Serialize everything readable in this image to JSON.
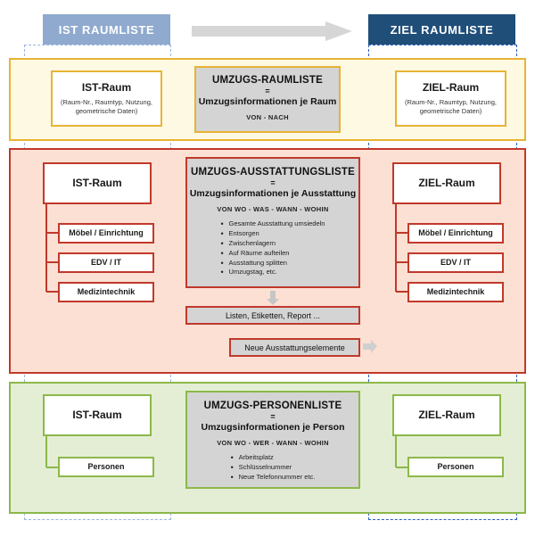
{
  "header": {
    "left_label": "IST RAUMLISTE",
    "right_label": "ZIEL RAUMLISTE",
    "arrow_icon": "right-arrow-icon",
    "left_color": "#8faace",
    "right_color": "#1f4e79",
    "arrow_color": "#d4d4d4"
  },
  "sections": {
    "rooms": {
      "accent_color": "#e8b334",
      "left_box": {
        "title": "IST-Raum",
        "detail": "(Raum-Nr., Raumtyp, Nutzung, geometrische Daten)"
      },
      "center_panel": {
        "title": "UMZUGS-RAUMLISTE",
        "equals": "=",
        "subtitle": "Umzugsinformationen je Raum",
        "keys": "VON - NACH",
        "bullets": []
      },
      "right_box": {
        "title": "ZIEL-Raum",
        "detail": "(Raum-Nr., Raumtyp, Nutzung, geometrische Daten)"
      }
    },
    "equipment": {
      "accent_color": "#c0392b",
      "left_box": {
        "title": "IST-Raum"
      },
      "left_children": [
        "Möbel / Einrichtung",
        "EDV / IT",
        "Medizintechnik"
      ],
      "center_panel": {
        "title": "UMZUGS-AUSSTATTUNGSLISTE",
        "equals": "=",
        "subtitle": "Umzugsinformationen je Ausstattung",
        "keys": "VON WO - WAS - WANN - WOHIN",
        "bullets": [
          "Gesamte Ausstattung umsiedeln",
          "Entsorgen",
          "Zwischenlagern",
          "Auf Räume aufteilen",
          "Ausstattung splitten",
          "Umzugstag, etc."
        ]
      },
      "outputs": [
        "Listen, Etiketten, Report ...",
        "Neue Ausstattungselemente"
      ],
      "right_box": {
        "title": "ZIEL-Raum"
      },
      "right_children": [
        "Möbel / Einrichtung",
        "EDV / IT",
        "Medizintechnik"
      ]
    },
    "persons": {
      "accent_color": "#8cb84a",
      "left_box": {
        "title": "IST-Raum"
      },
      "left_children": [
        "Personen"
      ],
      "center_panel": {
        "title": "UMZUGS-PERSONENLISTE",
        "equals": "=",
        "subtitle": "Umzugsinformationen je Person",
        "keys": "VON WO - WER - WANN - WOHIN",
        "bullets": [
          "Arbeitsplatz",
          "Schlüsselnummer",
          "Neue Telefonnummer etc."
        ]
      },
      "right_box": {
        "title": "ZIEL-Raum"
      },
      "right_children": [
        "Personen"
      ]
    }
  },
  "icons": {
    "down_arrow": "down-arrow-icon",
    "right_arrow_small": "right-arrow-small-icon"
  }
}
